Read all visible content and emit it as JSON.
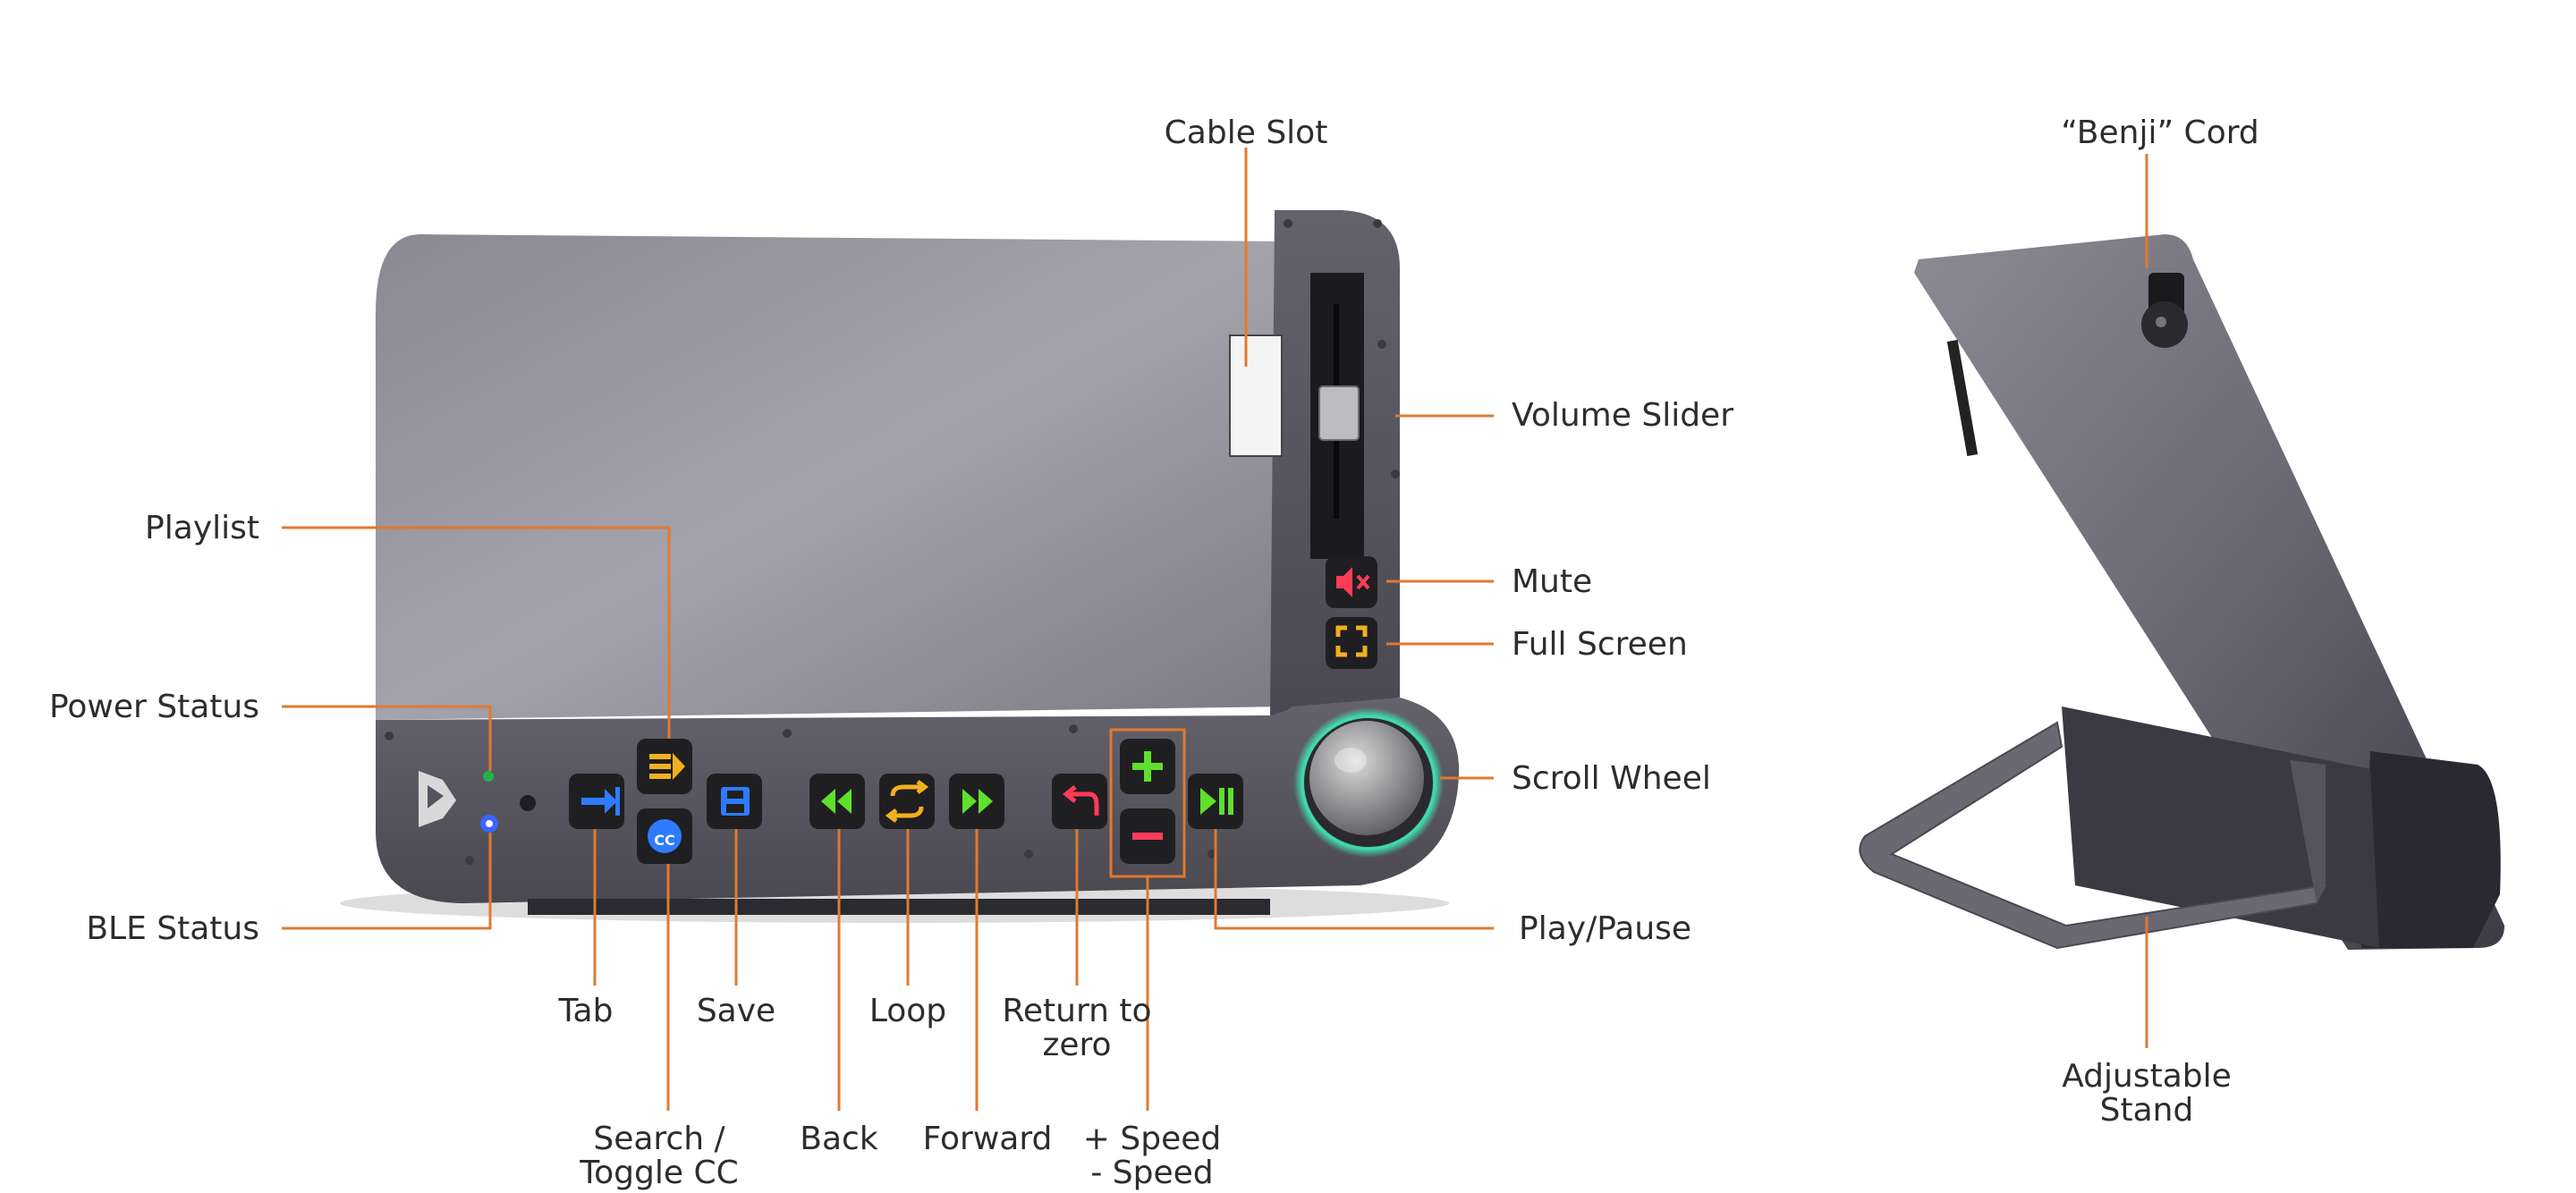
{
  "labels": {
    "cable_slot": "Cable Slot",
    "volume_slider": "Volume Slider",
    "mute": "Mute",
    "full_screen": "Full Screen",
    "scroll_wheel": "Scroll Wheel",
    "play_pause": "Play/Pause",
    "playlist": "Playlist",
    "power_status": "Power Status",
    "ble_status": "BLE Status",
    "tab": "Tab",
    "save": "Save",
    "loop": "Loop",
    "return_to_zero_1": "Return to",
    "return_to_zero_2": "zero",
    "search_1": "Search /",
    "search_2": "Toggle CC",
    "back": "Back",
    "forward": "Forward",
    "speed_plus": "+ Speed",
    "speed_minus": "- Speed",
    "benji_cord": "“Benji” Cord",
    "adjustable_stand_1": "Adjustable",
    "adjustable_stand_2": "Stand"
  },
  "colors": {
    "leader": "#e07a2f",
    "body_dark": "#56545d",
    "body_light": "#8e8c95",
    "key_cap": "#1f1f22",
    "icon_blue": "#2f7bff",
    "icon_yellow": "#f2b01e",
    "icon_green": "#5fe02c",
    "icon_red": "#ff3b57",
    "wheel_glow": "#3fe0b0",
    "ble_led": "#3a66ff",
    "power_led": "#1fb34a"
  },
  "icons": {
    "tab": "tab-arrow-icon",
    "playlist": "playlist-icon",
    "search": "search-cc-icon",
    "save": "floppy-disk-icon",
    "back": "rewind-icon",
    "loop": "loop-icon",
    "forward": "fast-forward-icon",
    "return_to_zero": "return-arrow-icon",
    "speed_plus": "plus-icon",
    "speed_minus": "minus-icon",
    "play_pause": "play-pause-icon",
    "mute": "mute-icon",
    "full_screen": "expand-icon"
  }
}
